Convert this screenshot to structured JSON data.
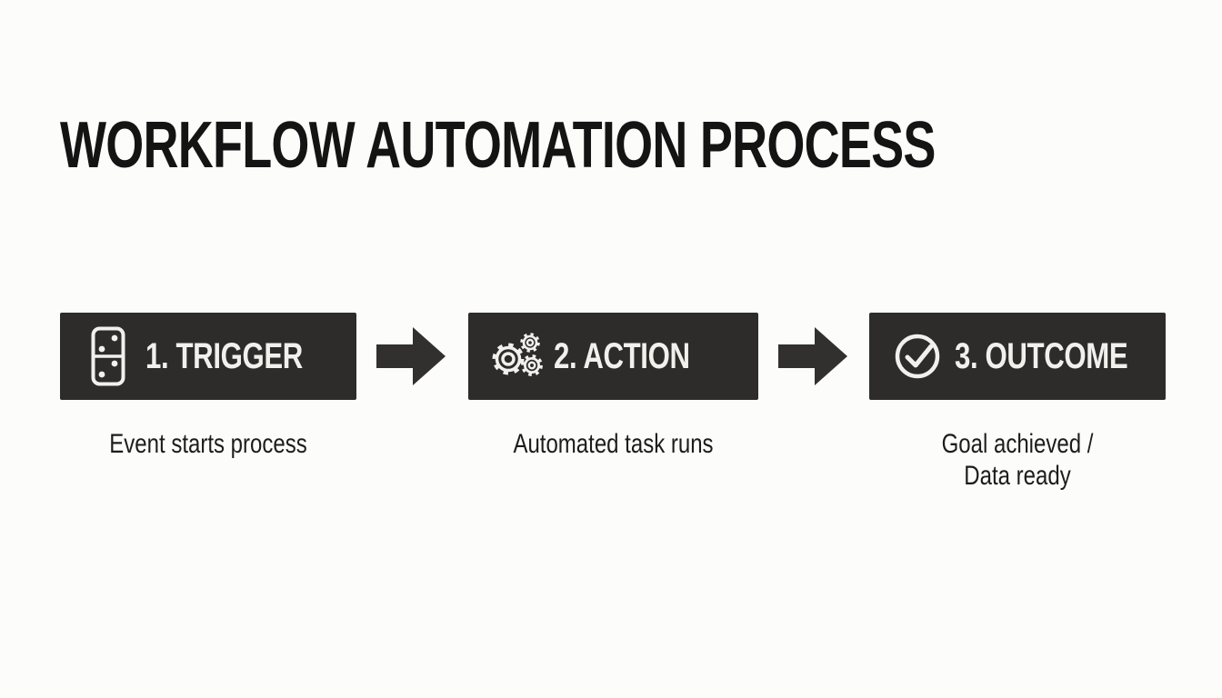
{
  "page": {
    "title": "WORKFLOW AUTOMATION PROCESS"
  },
  "colors": {
    "background": "#fcfcfa",
    "box_background": "#2e2c2a",
    "box_text": "#f2f0ed",
    "arrow": "#31302e",
    "title_text": "#141414",
    "caption_text": "#1c1c1c"
  },
  "steps": [
    {
      "label": "1. TRIGGER",
      "icon": "domino-icon",
      "caption": "Event starts process"
    },
    {
      "label": "2. ACTION",
      "icon": "gears-icon",
      "caption": "Automated task runs"
    },
    {
      "label": "3. OUTCOME",
      "icon": "check-circle-icon",
      "caption": "Goal achieved /\nData ready"
    }
  ],
  "connectors": [
    {
      "icon": "arrow-right-icon"
    },
    {
      "icon": "arrow-right-icon"
    }
  ]
}
